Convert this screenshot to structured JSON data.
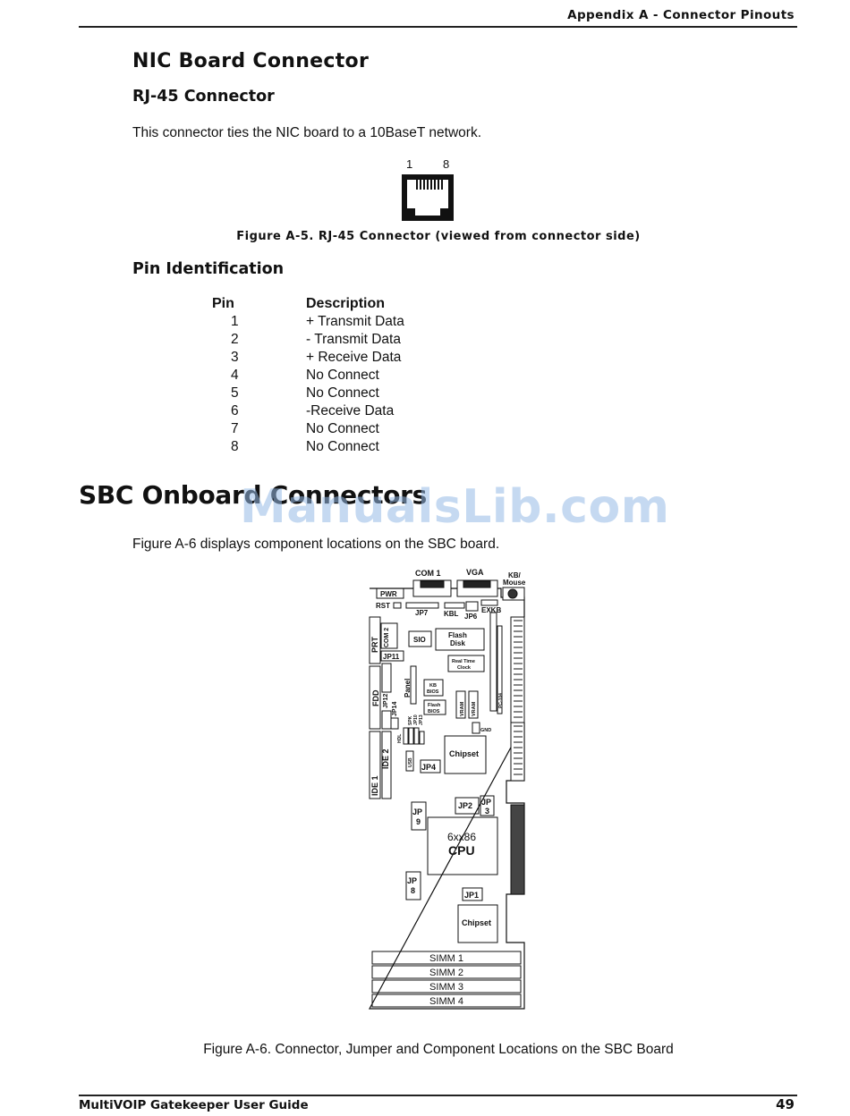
{
  "header": {
    "title": "Appendix A - Connector Pinouts"
  },
  "section1": {
    "title": "NIC Board Connector",
    "subtitle": "RJ-45 Connector",
    "intro": "This connector ties the NIC board to a 10BaseT network.",
    "rj45_pin_first": "1",
    "rj45_pin_last": "8",
    "figure_caption": "Figure A-5. RJ-45 Connector (viewed from connector side)",
    "pin_heading": "Pin Identification",
    "table": {
      "col_pin": "Pin",
      "col_desc": "Description",
      "rows": [
        {
          "pin": "1",
          "desc": "+ Transmit Data"
        },
        {
          "pin": "2",
          "desc": "- Transmit Data"
        },
        {
          "pin": "3",
          "desc": "+ Receive Data"
        },
        {
          "pin": "4",
          "desc": "No Connect"
        },
        {
          "pin": "5",
          "desc": "No Connect"
        },
        {
          "pin": "6",
          "desc": "-Receive Data"
        },
        {
          "pin": "7",
          "desc": "No Connect"
        },
        {
          "pin": "8",
          "desc": "No Connect"
        }
      ]
    }
  },
  "section2": {
    "title": "SBC Onboard Connectors",
    "intro": "Figure A-6 displays component locations on the SBC board.",
    "figure_caption": "Figure A-6. Connector, Jumper and Component Locations on the SBC Board"
  },
  "board": {
    "com1": "COM 1",
    "vga": "VGA",
    "kb1": "KB/",
    "kb2": "Mouse",
    "pwr": "PWR",
    "rst": "RST",
    "jp7": "JP7",
    "kbl": "KBL",
    "jp6": "JP6",
    "exkb": "EXKB",
    "prt": "PRT",
    "com2": "COM 2",
    "sio": "SIO",
    "flash1": "Flash",
    "flash2": "Disk",
    "rtc1": "Real Time",
    "rtc2": "Clock",
    "jp11": "JP11",
    "panel": "Panel",
    "kbbios1": "KB",
    "kbbios2": "BIOS",
    "fbios1": "Flash",
    "fbios2": "BIOS",
    "vram": "VRAM",
    "pc104": "PC-104",
    "fdd": "FDD",
    "jp12": "JP12",
    "jp14": "JP14",
    "spk": "SPK",
    "jp10": "JP10",
    "jp13": "JP13",
    "hdl": "HDL",
    "gnd": "GND",
    "usb": "USB",
    "chipset": "Chipset",
    "ide2": "IDE 2",
    "jp4": "JP4",
    "ide1": "IDE 1",
    "jp2": "JP2",
    "jp3a": "JP",
    "jp3b": "3",
    "jp9a": "JP",
    "jp9b": "9",
    "cpu1": "6xx86",
    "cpu2": "CPU",
    "jp8a": "JP",
    "jp8b": "8",
    "jp1": "JP1",
    "simm1": "SIMM 1",
    "simm2": "SIMM 2",
    "simm3": "SIMM 3",
    "simm4": "SIMM 4"
  },
  "watermark": "ManualsLib.com",
  "footer": {
    "guide": "MultiVOIP Gatekeeper User Guide",
    "page": "49"
  }
}
